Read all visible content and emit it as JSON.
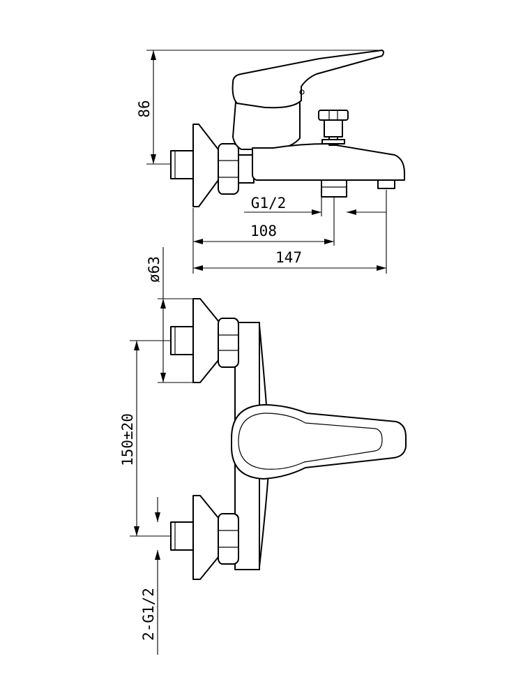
{
  "drawing": {
    "type": "technical drawing",
    "colors": {
      "line": "#000000",
      "background": "#ffffff"
    }
  },
  "dimensions": {
    "height_86": "86",
    "g12_outlet": "G1/2",
    "len_108": "108",
    "len_147": "147",
    "dia_63": "ø63",
    "center_150": "150±20",
    "inlet_thread": "2-G1/2"
  }
}
